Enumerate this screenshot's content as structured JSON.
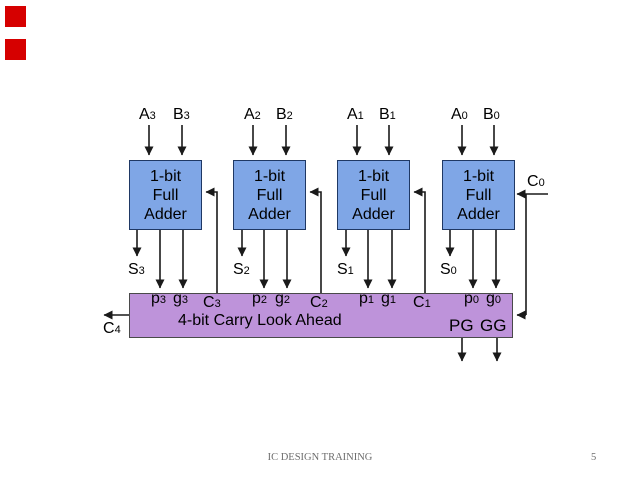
{
  "signals": {
    "a3": {
      "main": "A",
      "sub": "3"
    },
    "b3": {
      "main": "B",
      "sub": "3"
    },
    "a2": {
      "main": "A",
      "sub": "2"
    },
    "b2": {
      "main": "B",
      "sub": "2"
    },
    "a1": {
      "main": "A",
      "sub": "1"
    },
    "b1": {
      "main": "B",
      "sub": "1"
    },
    "a0": {
      "main": "A",
      "sub": "0"
    },
    "b0": {
      "main": "B",
      "sub": "0"
    },
    "s3": {
      "main": "S",
      "sub": "3"
    },
    "s2": {
      "main": "S",
      "sub": "2"
    },
    "s1": {
      "main": "S",
      "sub": "1"
    },
    "s0": {
      "main": "S",
      "sub": "0"
    },
    "c4": {
      "main": "C",
      "sub": "4"
    },
    "c3": {
      "main": "C",
      "sub": "3"
    },
    "c2": {
      "main": "C",
      "sub": "2"
    },
    "c1": {
      "main": "C",
      "sub": "1"
    },
    "c0": {
      "main": "C",
      "sub": "0"
    },
    "p3": {
      "main": "p",
      "sub": "3"
    },
    "g3": {
      "main": "g",
      "sub": "3"
    },
    "p2": {
      "main": "p",
      "sub": "2"
    },
    "g2": {
      "main": "g",
      "sub": "2"
    },
    "p1": {
      "main": "p",
      "sub": "1"
    },
    "g1": {
      "main": "g",
      "sub": "1"
    },
    "p0": {
      "main": "p",
      "sub": "0"
    },
    "g0": {
      "main": "g",
      "sub": "0"
    }
  },
  "adder": {
    "line1": "1-bit",
    "line2": "Full",
    "line3": "Adder"
  },
  "cla": {
    "title": "4-bit Carry Look Ahead",
    "pg": "PG",
    "gg": "GG"
  },
  "footer": {
    "text": "IC DESIGN TRAINING",
    "page": "5"
  },
  "colors": {
    "adder_fill": "#7FA6E6",
    "adder_border": "#1F3864",
    "cla_fill": "#BE93DA",
    "cla_border": "#4A4A4A",
    "marker_red": "#D60000",
    "wire": "#1A1A1A",
    "footer_text": "#6E6E6E"
  }
}
